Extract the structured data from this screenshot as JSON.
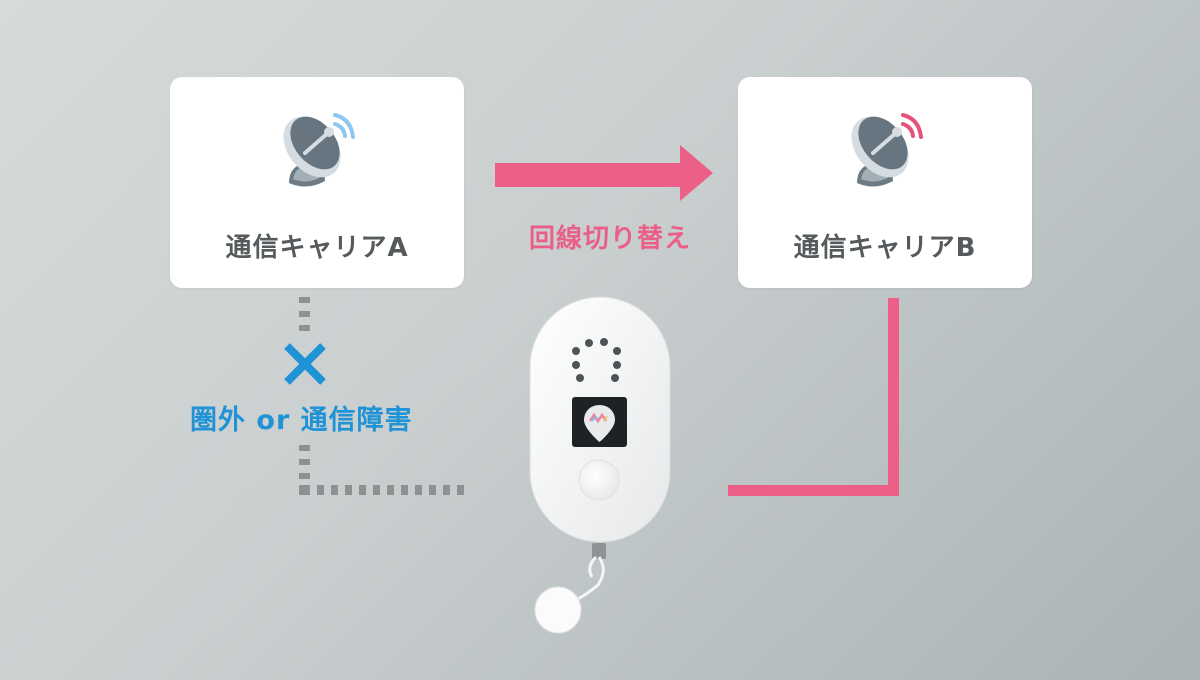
{
  "diagram": {
    "title": "Carrier switching diagram",
    "carrier_a": {
      "label": "通信キャリアA",
      "icon": "satellite-dish-icon",
      "signal_color": "#8fc7ef"
    },
    "carrier_b": {
      "label": "通信キャリアB",
      "icon": "satellite-dish-icon",
      "signal_color": "#e8517c"
    },
    "switch_arrow": {
      "label": "回線切り替え",
      "color": "#ec5f87"
    },
    "failure": {
      "label": "圏外 or 通信障害",
      "icon": "cross-icon",
      "color": "#1f93d6"
    },
    "connection_line_color": "#ec6088",
    "broken_line_color": "#8c9192",
    "device": {
      "name": "GPS tracker device",
      "icon": "location-pin-logo-icon"
    },
    "colors": {
      "background_start": "#d7dada",
      "background_end": "#aab3b5",
      "card": "#ffffff",
      "card_text": "#555a5d"
    }
  }
}
